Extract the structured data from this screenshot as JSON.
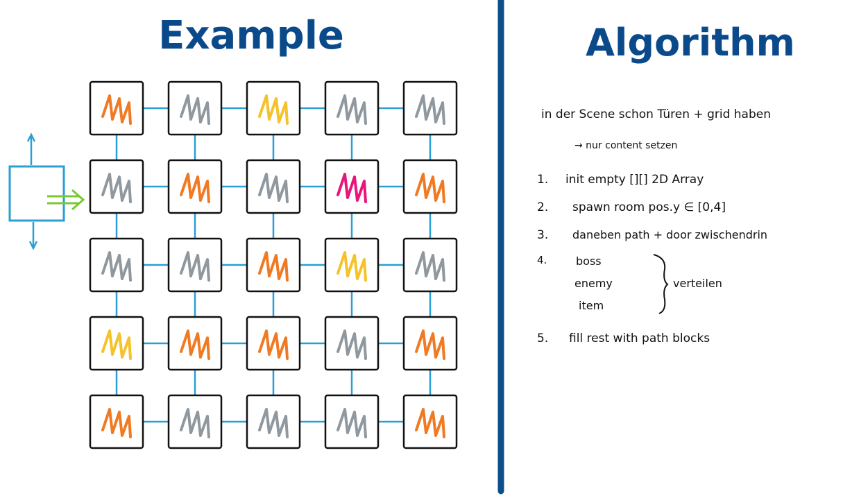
{
  "titles": {
    "example": "Example",
    "algorithm": "Algorithm"
  },
  "colors": {
    "title_blue": "#0b4a8a",
    "connector_blue": "#2a9fd6",
    "arrow_green": "#7cc92f",
    "orange": "#f07a24",
    "gray": "#8f989e",
    "yellow": "#f5c22a",
    "magenta": "#e8157a",
    "divider": "#0d4f8b"
  },
  "grid": {
    "rows": [
      [
        "orange",
        "gray",
        "yellow",
        "gray",
        "gray"
      ],
      [
        "gray",
        "orange",
        "gray",
        "magenta",
        "orange"
      ],
      [
        "gray",
        "gray",
        "orange",
        "yellow",
        "gray"
      ],
      [
        "yellow",
        "orange",
        "orange",
        "gray",
        "orange"
      ],
      [
        "orange",
        "gray",
        "gray",
        "gray",
        "orange"
      ]
    ]
  },
  "algorithm": {
    "intro_line1": "in der Scene schon Türen + grid haben",
    "intro_line2": "→ nur content setzen",
    "steps": [
      {
        "num": "1.",
        "text": "init empty [][] 2D Array"
      },
      {
        "num": "2.",
        "text": "spawn room pos.y ∈ [0,4]"
      },
      {
        "num": "3.",
        "text": "daneben path + door zwischendrin"
      },
      {
        "num": "4.",
        "items": [
          "boss",
          "enemy",
          "item"
        ],
        "group_label": "verteilen"
      },
      {
        "num": "5.",
        "text": "fill rest with path blocks"
      }
    ]
  }
}
